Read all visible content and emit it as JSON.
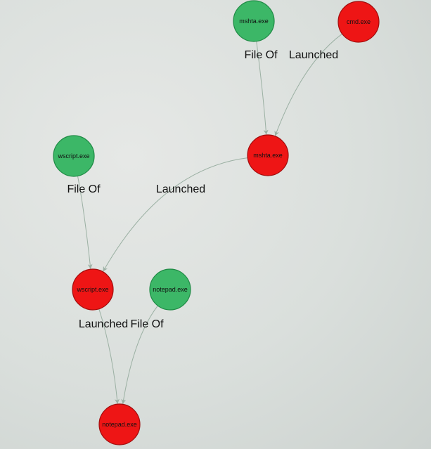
{
  "colors": {
    "file_node": "#3cb767",
    "file_node_stroke": "#1f8a45",
    "process_node": "#ee1515",
    "process_node_stroke": "#a10d0d",
    "edge": "#9bb0a3"
  },
  "nodes": [
    {
      "id": "n1",
      "label": "mshta.exe",
      "kind": "file"
    },
    {
      "id": "n2",
      "label": "cmd.exe",
      "kind": "process"
    },
    {
      "id": "n3",
      "label": "mshta.exe",
      "kind": "process"
    },
    {
      "id": "n4",
      "label": "wscript.exe",
      "kind": "file"
    },
    {
      "id": "n5",
      "label": "wscript.exe",
      "kind": "process"
    },
    {
      "id": "n6",
      "label": "notepad.exe",
      "kind": "file"
    },
    {
      "id": "n7",
      "label": "notepad.exe",
      "kind": "process"
    }
  ],
  "edges": [
    {
      "from": "n1",
      "to": "n3",
      "label": "File Of"
    },
    {
      "from": "n2",
      "to": "n3",
      "label": "Launched"
    },
    {
      "from": "n4",
      "to": "n5",
      "label": "File Of"
    },
    {
      "from": "n3",
      "to": "n5",
      "label": "Launched"
    },
    {
      "from": "n5",
      "to": "n7",
      "label": "Launched"
    },
    {
      "from": "n6",
      "to": "n7",
      "label": "File Of"
    }
  ]
}
